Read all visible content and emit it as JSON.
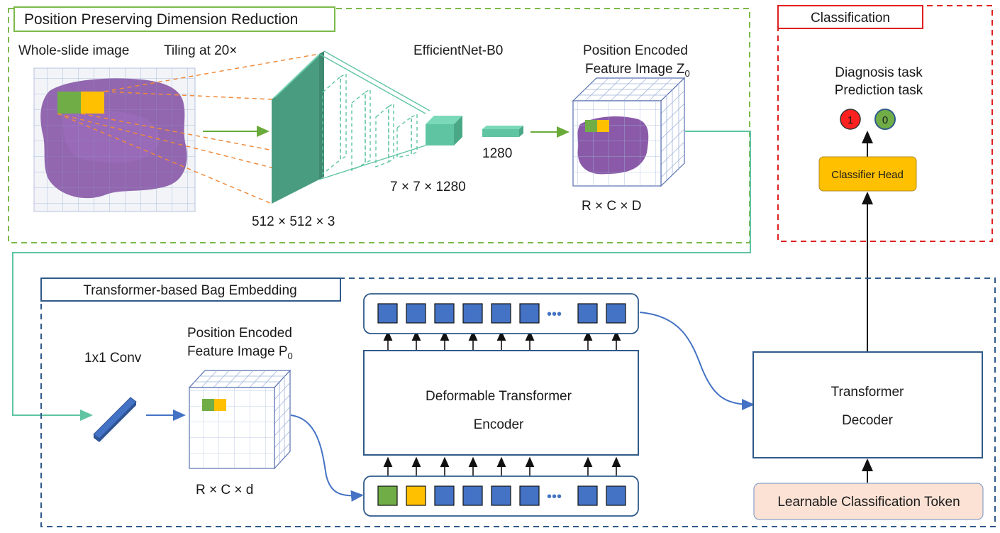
{
  "sections": {
    "dim_reduction": "Position Preserving Dimension Reduction",
    "classification": "Classification",
    "bag_embedding": "Transformer-based Bag Embedding"
  },
  "labels": {
    "wsi": "Whole-slide image",
    "tiling": "Tiling at 20×",
    "effnet": "EfficientNet-B0",
    "tile_dim": "512 × 512 × 3",
    "feat_dim": "7 × 7 × 1280",
    "vec_dim": "1280",
    "pef_z_line1": "Position Encoded",
    "pef_z_line2": "Feature Image Z",
    "pef_z_sub": "0",
    "rcd_upper": "R × C × D",
    "conv": "1x1 Conv",
    "pef_p_line1": "Position Encoded",
    "pef_p_line2": "Feature Image P",
    "pef_p_sub": "0",
    "rcd_lower": "R × C × d",
    "encoder_line1": "Deformable Transformer",
    "encoder_line2": "Encoder",
    "decoder_line1": "Transformer",
    "decoder_line2": "Decoder",
    "token": "Learnable Classification Token",
    "classifier_head": "Classifier Head",
    "task1": "Diagnosis task",
    "task2": "Prediction task",
    "out1": "1",
    "out0": "0",
    "ellipsis": "•••"
  },
  "colors": {
    "green_dash": "#7cba4a",
    "red_dash": "#e02020",
    "blue_dash": "#2f5a8a",
    "teal": "#5fc4a2",
    "teal_dark": "#4a9c80",
    "token_blue": "#4472c4",
    "token_green": "#70ad47",
    "token_yellow": "#ffc000",
    "tissue": "#8a5aa8",
    "head_fill": "#ffc000",
    "token_fill": "#fbe2d5",
    "out_red": "#ff2020",
    "out_green": "#70ad47"
  },
  "icons": {
    "tissue": "wsi-tissue-icon",
    "cnn": "efficientnet-layers-icon",
    "conv": "conv-bar-icon"
  }
}
